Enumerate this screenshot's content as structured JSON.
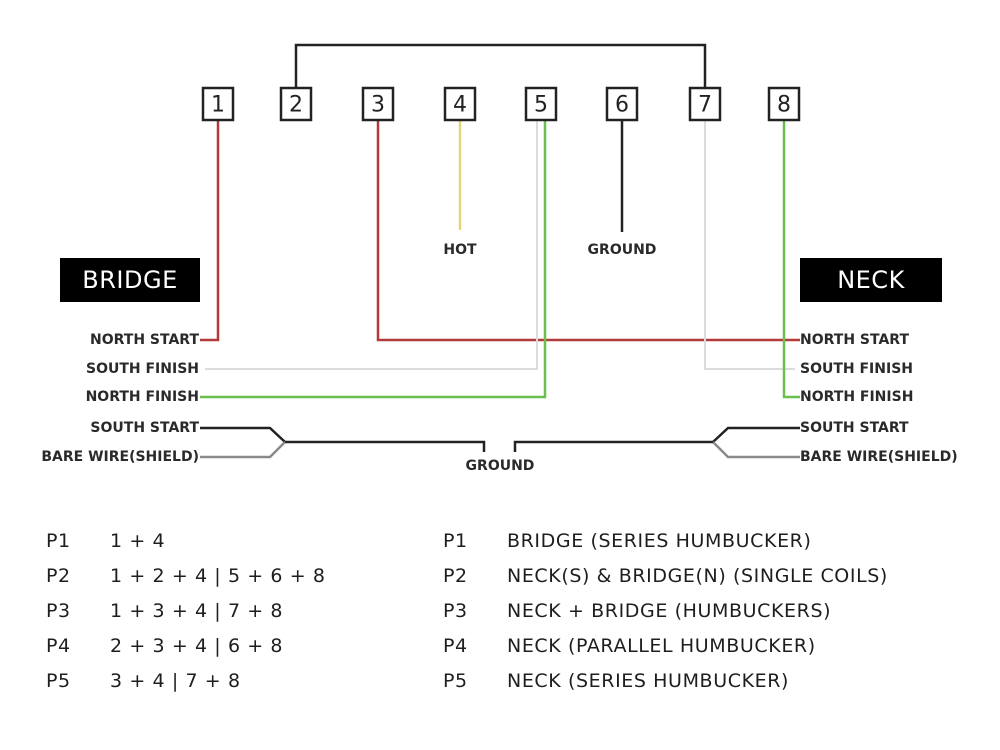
{
  "terminals": [
    "1",
    "2",
    "3",
    "4",
    "5",
    "6",
    "7",
    "8"
  ],
  "pickups": {
    "bridge": {
      "title": "BRIDGE",
      "wires": [
        "NORTH START",
        "SOUTH FINISH",
        "NORTH FINISH",
        "SOUTH START",
        "BARE WIRE(SHIELD)"
      ]
    },
    "neck": {
      "title": "NECK",
      "wires": [
        "NORTH START",
        "SOUTH FINISH",
        "NORTH FINISH",
        "SOUTH START",
        "BARE WIRE(SHIELD)"
      ]
    }
  },
  "labels": {
    "hot": "HOT",
    "ground_top": "GROUND",
    "ground_bottom": "GROUND"
  },
  "wire_colors": {
    "red": "#b23a3a",
    "yellow": "#e8d27a",
    "green": "#6bbf4e",
    "black": "#222222",
    "white": "#d8d8d8",
    "gray": "#8a8a8a"
  },
  "connections": [
    {
      "from": "bridge.NORTH START",
      "to": "1",
      "color": "red"
    },
    {
      "from": "bridge.SOUTH FINISH",
      "to": "5",
      "color": "white"
    },
    {
      "from": "bridge.NORTH FINISH",
      "to": "5",
      "color": "green"
    },
    {
      "from": "neck.NORTH START",
      "to": "3",
      "color": "red"
    },
    {
      "from": "neck.SOUTH FINISH",
      "to": "7",
      "color": "white"
    },
    {
      "from": "neck.NORTH FINISH",
      "to": "8",
      "color": "green"
    },
    {
      "from": "4",
      "to": "HOT",
      "color": "yellow"
    },
    {
      "from": "6",
      "to": "GROUND",
      "color": "black"
    },
    {
      "from": "2",
      "to": "7",
      "color": "black"
    },
    {
      "from": "SOUTH START + BARE WIRE",
      "to": "GROUND",
      "color": "black"
    }
  ],
  "positions_left": [
    {
      "pos": "P1",
      "combo": "1 + 4"
    },
    {
      "pos": "P2",
      "combo": "1 + 2 + 4 | 5 + 6 + 8"
    },
    {
      "pos": "P3",
      "combo": "1 + 3 + 4 | 7 + 8"
    },
    {
      "pos": "P4",
      "combo": "2 + 3 + 4 | 6 + 8"
    },
    {
      "pos": "P5",
      "combo": "3 + 4 | 7 + 8"
    }
  ],
  "positions_right": [
    {
      "pos": "P1",
      "desc": "BRIDGE (SERIES HUMBUCKER)"
    },
    {
      "pos": "P2",
      "desc": "NECK(S) & BRIDGE(N) (SINGLE COILS)"
    },
    {
      "pos": "P3",
      "desc": "NECK + BRIDGE (HUMBUCKERS)"
    },
    {
      "pos": "P4",
      "desc": "NECK (PARALLEL HUMBUCKER)"
    },
    {
      "pos": "P5",
      "desc": "NECK (SERIES HUMBUCKER)"
    }
  ]
}
